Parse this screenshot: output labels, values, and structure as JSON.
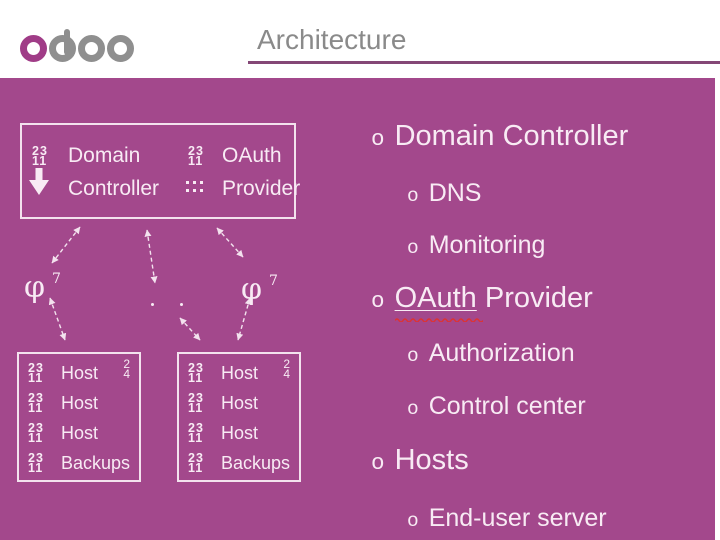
{
  "header": {
    "logo_text": "odoo",
    "title": "Architecture"
  },
  "colors": {
    "background_purple": "#a3488c",
    "header_underline": "#844776",
    "light_text": "#f8ebf4",
    "box_border": "#f3e2ee",
    "logo_magenta": "#a03c87",
    "logo_gray": "#8f8f8f",
    "title_gray": "#8a8a8a",
    "spellcheck_red": "#dd3333"
  },
  "diagram": {
    "top_box": {
      "domain_controller": {
        "icon_numbers": [
          "23",
          "11"
        ],
        "icon": "down-arrow",
        "lines": [
          "Domain",
          "Controller"
        ]
      },
      "oauth_provider": {
        "icon_numbers": [
          "23",
          "11"
        ],
        "icon": "ellipsis-dots",
        "lines": [
          "OAuth",
          "Provider"
        ]
      }
    },
    "phi_left": {
      "glyph": "φ",
      "sup": "7"
    },
    "phi_right": {
      "glyph": "φ",
      "sup": "7"
    },
    "host_boxes": [
      {
        "corner": [
          "2",
          "4"
        ],
        "rows": [
          {
            "icon_numbers": [
              "23",
              "11"
            ],
            "label": "Host"
          },
          {
            "icon_numbers": [
              "23",
              "11"
            ],
            "label": "Host"
          },
          {
            "icon_numbers": [
              "23",
              "11"
            ],
            "label": "Host"
          },
          {
            "icon_numbers": [
              "23",
              "11"
            ],
            "label": "Backups"
          }
        ]
      },
      {
        "corner": [
          "2",
          "4"
        ],
        "rows": [
          {
            "icon_numbers": [
              "23",
              "11"
            ],
            "label": "Host"
          },
          {
            "icon_numbers": [
              "23",
              "11"
            ],
            "label": "Host"
          },
          {
            "icon_numbers": [
              "23",
              "11"
            ],
            "label": "Host"
          },
          {
            "icon_numbers": [
              "23",
              "11"
            ],
            "label": "Backups"
          }
        ]
      }
    ]
  },
  "outline": {
    "bullet": "o",
    "items": [
      {
        "level": 1,
        "label": "Domain Controller"
      },
      {
        "level": 2,
        "label": "DNS"
      },
      {
        "level": 2,
        "label": "Monitoring"
      },
      {
        "level": 1,
        "label": "OAuth Provider",
        "misspelled_part": "OAuth",
        "rest_part": " Provider"
      },
      {
        "level": 2,
        "label": "Authorization"
      },
      {
        "level": 2,
        "label": "Control center"
      },
      {
        "level": 1,
        "label": "Hosts"
      },
      {
        "level": 2,
        "label": "End-user server"
      }
    ]
  }
}
